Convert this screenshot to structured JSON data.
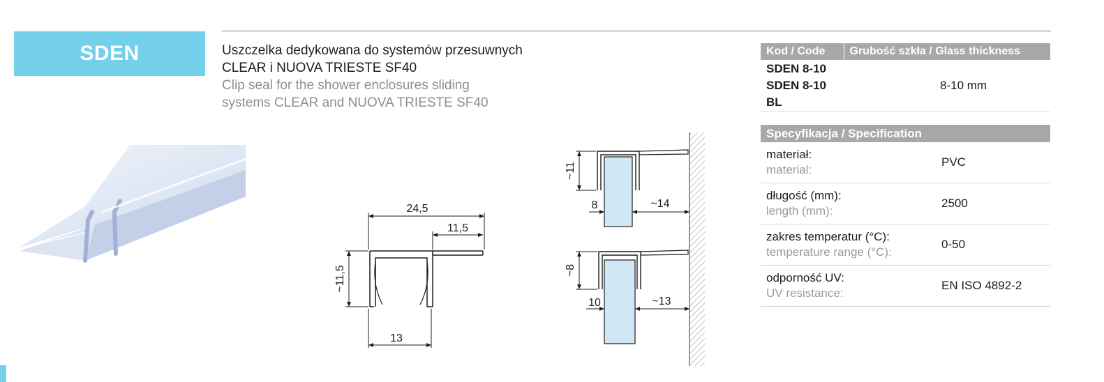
{
  "product": {
    "code": "SDEN"
  },
  "description": {
    "pl_line1": "Uszczelka dedykowana do systemów przesuwnych",
    "pl_line2": "CLEAR i NUOVA TRIESTE SF40",
    "en_line1": "Clip seal for the shower enclosures sliding",
    "en_line2": "systems CLEAR and NUOVA TRIESTE SF40"
  },
  "code_table": {
    "col_code": "Kod / Code",
    "col_thickness": "Grubość szkła / Glass thickness",
    "code_1": "SDEN 8-10",
    "code_2": "SDEN 8-10 BL",
    "thickness": "8-10 mm"
  },
  "spec_table": {
    "header": "Specyfikacja / Specification",
    "rows": [
      {
        "label_pl": "materiał:",
        "label_en": "material:",
        "value": "PVC"
      },
      {
        "label_pl": "długość (mm):",
        "label_en": "length (mm):",
        "value": "2500"
      },
      {
        "label_pl": "zakres temperatur (°C):",
        "label_en": "temperature range (°C):",
        "value": "0-50"
      },
      {
        "label_pl": "odporność UV:",
        "label_en": "UV resistance:",
        "value": "EN ISO 4892-2"
      }
    ]
  },
  "drawing": {
    "profile": {
      "width": "24,5",
      "flange": "11,5",
      "height": "~11,5",
      "base": "13"
    },
    "glass_8": {
      "height": "~11",
      "glass": "8",
      "gap": "~14"
    },
    "glass_10": {
      "height": "~8",
      "glass": "10",
      "gap": "~13"
    }
  },
  "colors": {
    "accent": "#74cfea",
    "header_grey": "#a8a8a8",
    "glass": "#cfe8f4"
  }
}
